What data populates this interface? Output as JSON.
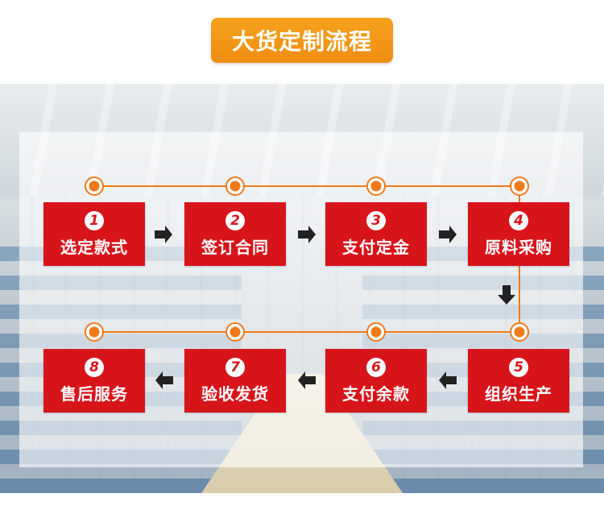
{
  "title": "大货定制流程",
  "steps": [
    {
      "num": "1",
      "label": "选定款式"
    },
    {
      "num": "2",
      "label": "签订合同"
    },
    {
      "num": "3",
      "label": "支付定金"
    },
    {
      "num": "4",
      "label": "原料采购"
    },
    {
      "num": "5",
      "label": "组织生产"
    },
    {
      "num": "6",
      "label": "支付余款"
    },
    {
      "num": "7",
      "label": "验收发货"
    },
    {
      "num": "8",
      "label": "售后服务"
    }
  ],
  "colors": {
    "title_bg": "#f39a1a",
    "step_bg": "#d8141b",
    "connector": "#ef7a1a",
    "arrow": "#222222"
  }
}
